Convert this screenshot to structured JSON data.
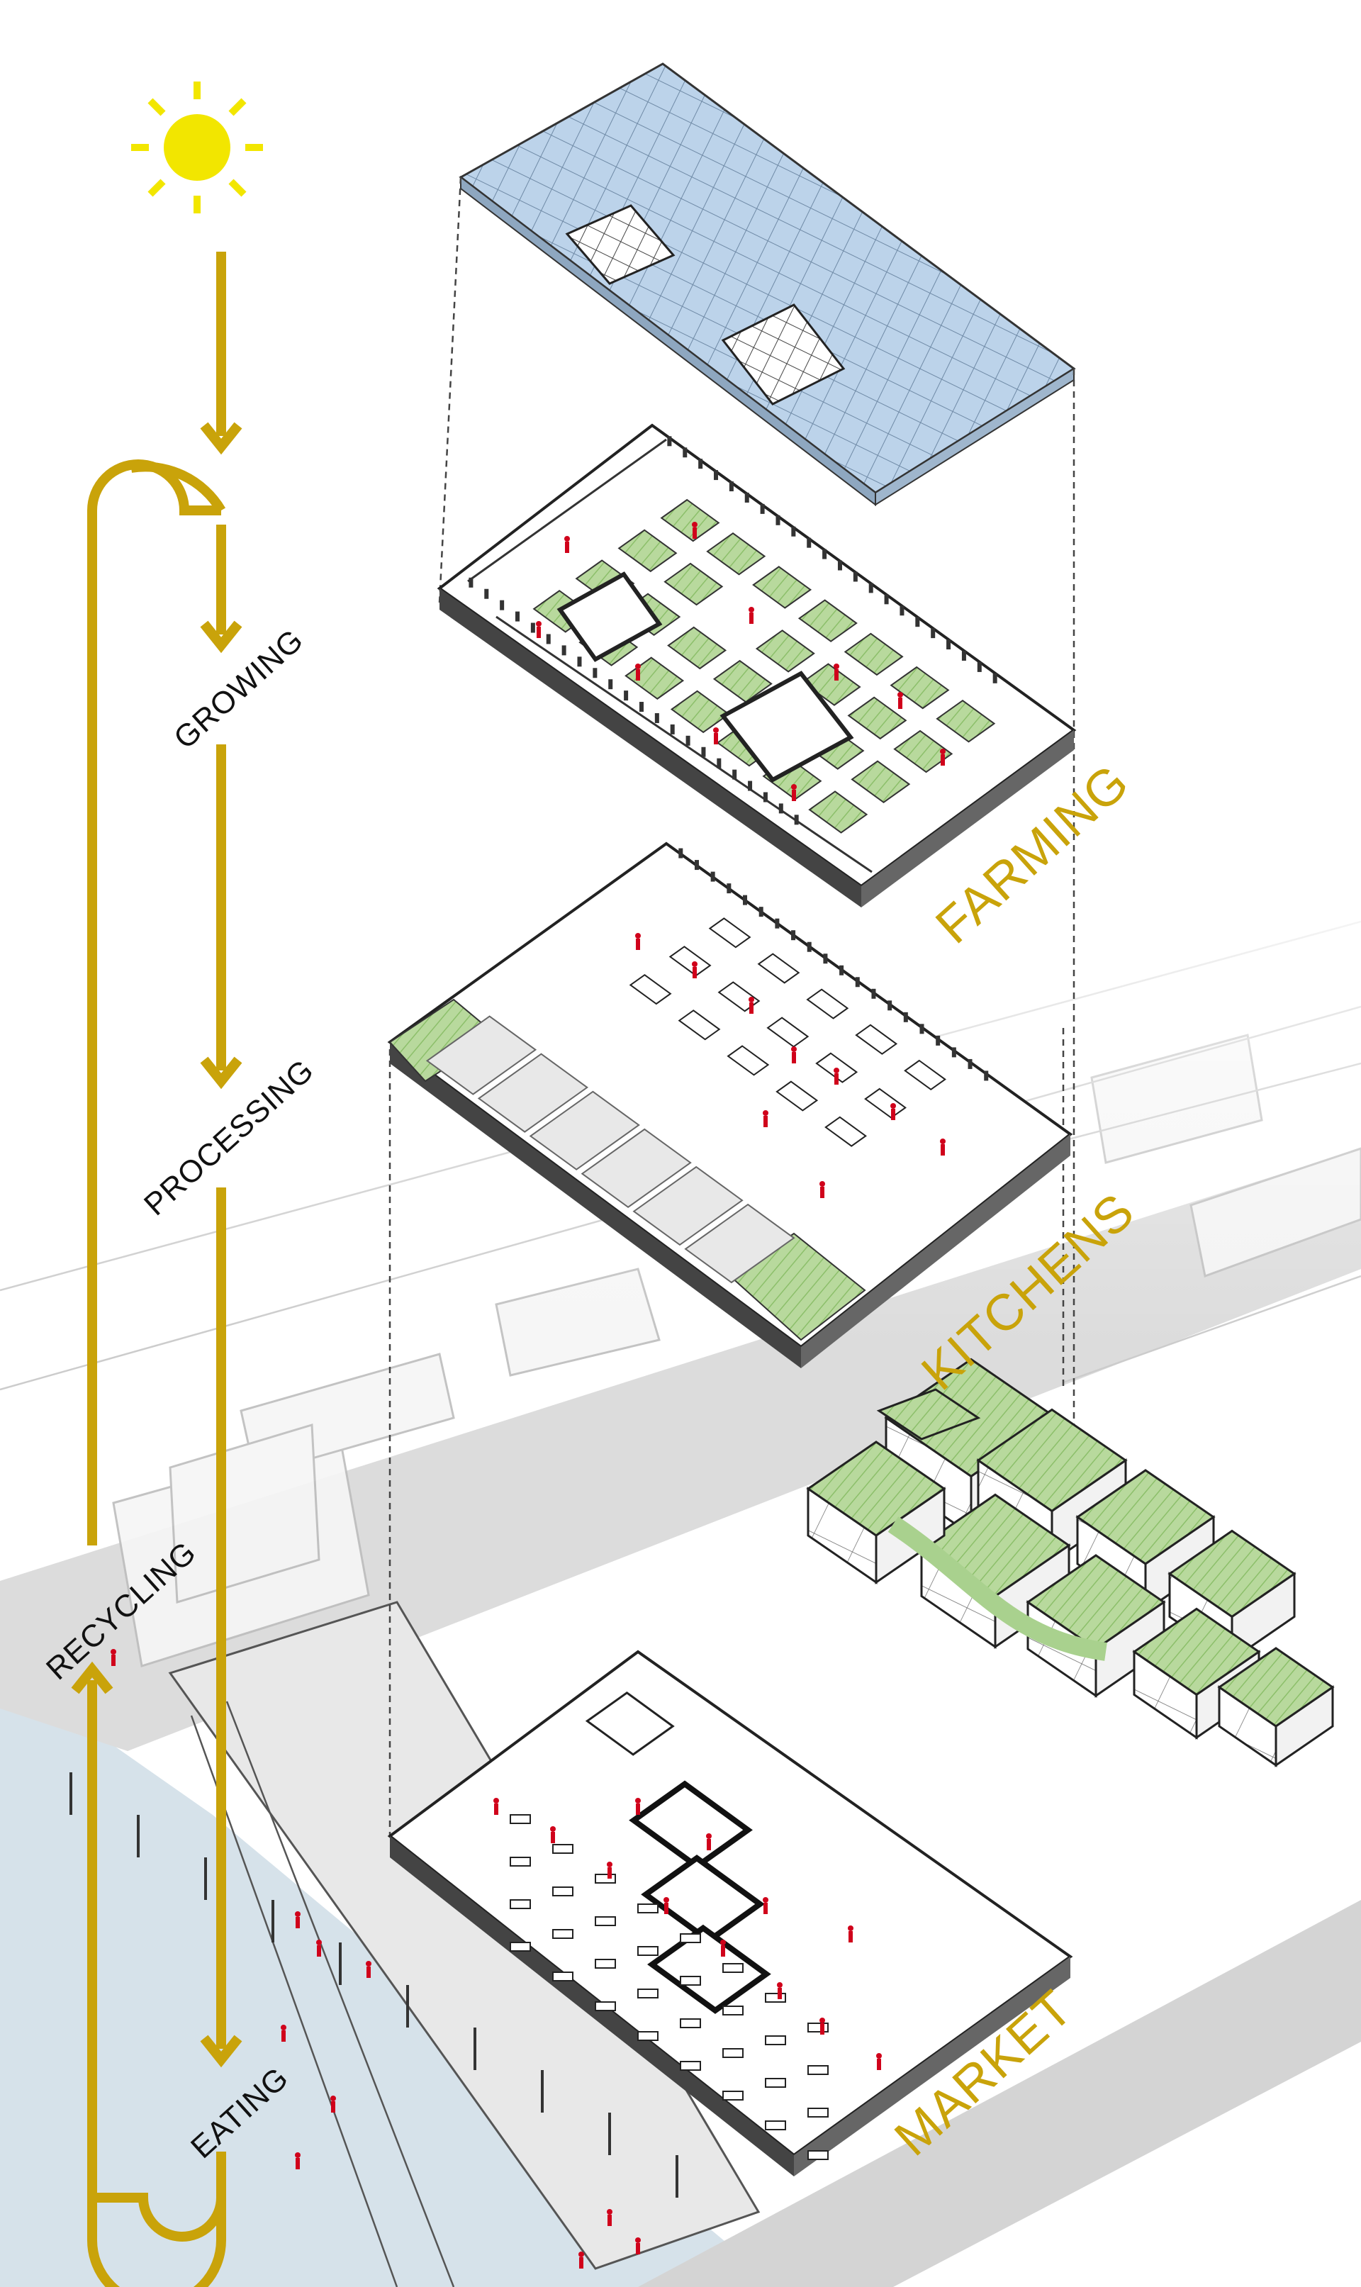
{
  "cycle": {
    "stages": {
      "growing": "GROWING",
      "processing": "PROCESSING",
      "eating": "EATING",
      "recycling": "RECYCLING"
    }
  },
  "floors": {
    "farming": "FARMING",
    "kitchens": "KITCHENS",
    "market": "MARKET"
  },
  "icons": [
    "sun-icon",
    "arrow-down-icon",
    "arrow-up-icon"
  ],
  "colors": {
    "cycle_yellow": "#c9a30a",
    "sun_yellow": "#f2e600",
    "glass_blue": "#bcd3ea",
    "planting_green": "#a9d18e",
    "water": "#d6e2ea",
    "context_gray": "#d9d9d9",
    "people_red": "#d0021b"
  }
}
